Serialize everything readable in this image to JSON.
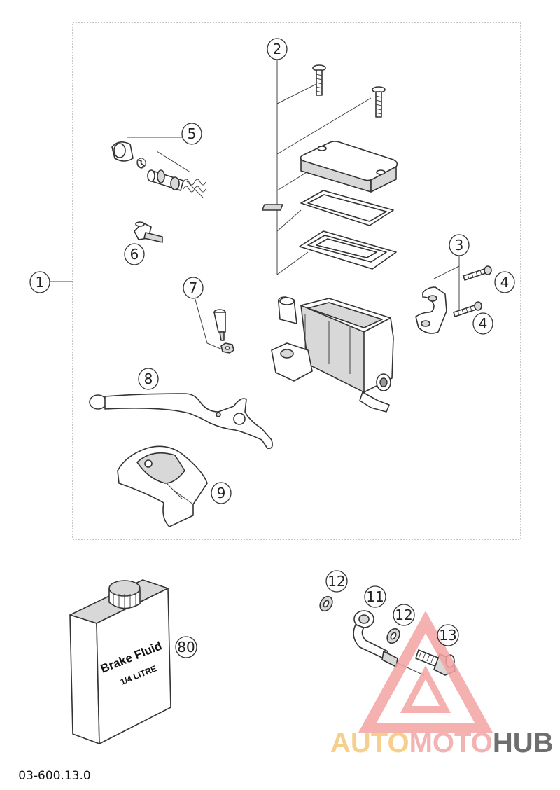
{
  "diagram": {
    "callouts": [
      "1",
      "2",
      "3",
      "4",
      "4",
      "5",
      "6",
      "7",
      "8",
      "9",
      "11",
      "12",
      "12",
      "13",
      "80"
    ]
  },
  "fluid_can": {
    "line1": "Brake Fluid",
    "line2": "1/4 LITRE"
  },
  "doc_code": "03-600.13.0",
  "watermark": {
    "part1": "AUTO",
    "part2": "MOTO",
    "part3": "HUB",
    "colors": {
      "auto": "#f5c77a",
      "moto": "#f2a6a6",
      "hub": "#555555",
      "triangle": "#f4a3a3"
    }
  }
}
